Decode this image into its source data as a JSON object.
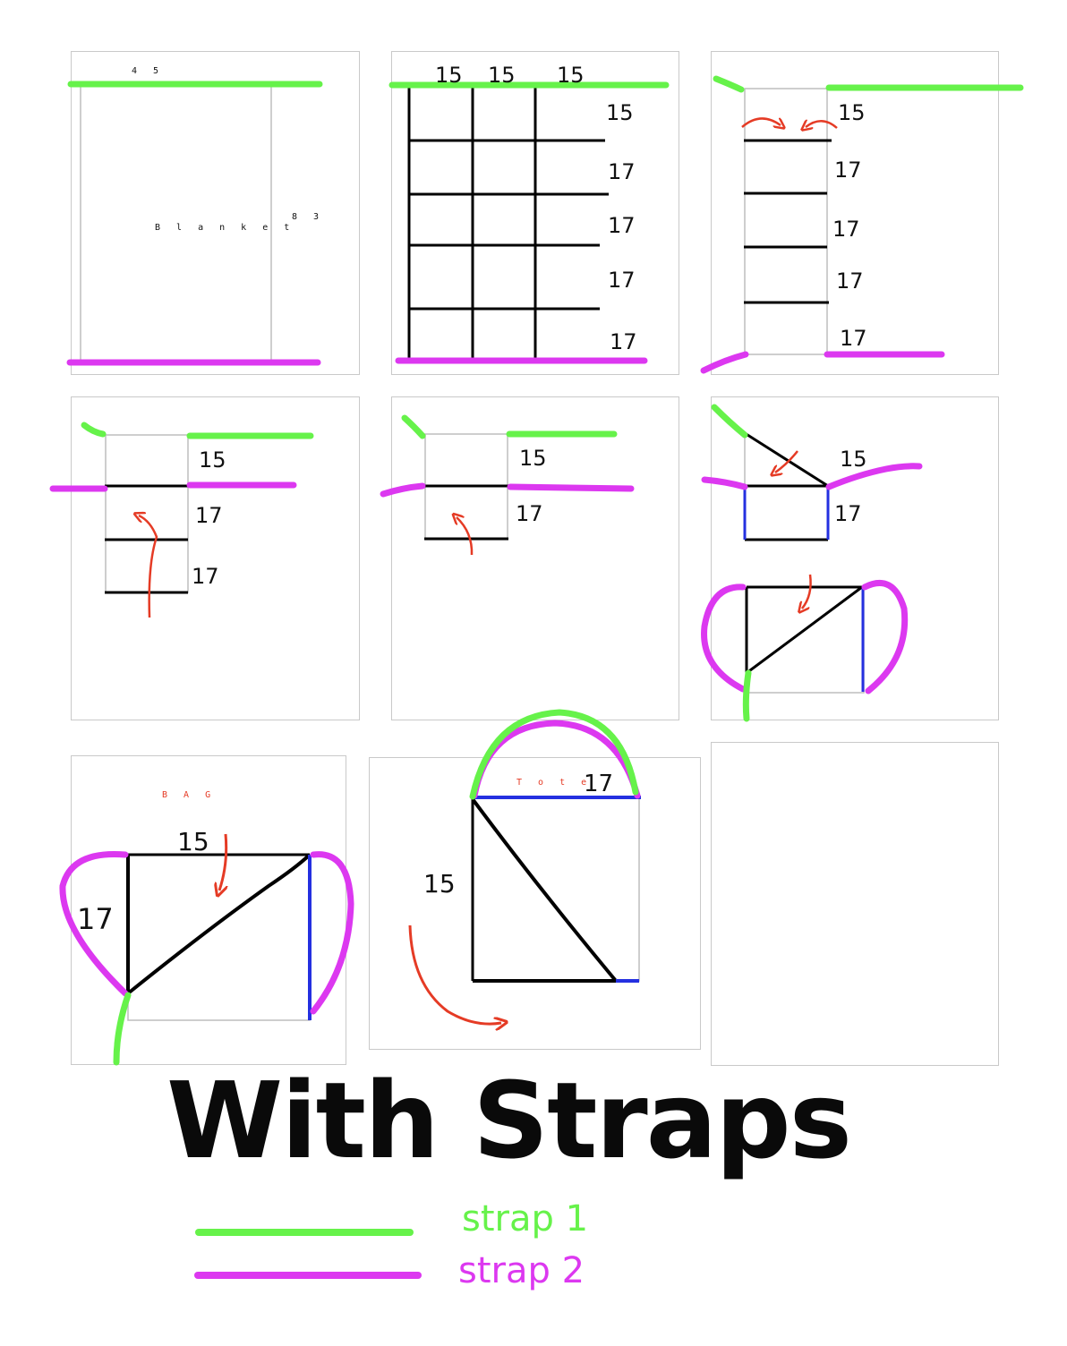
{
  "colors": {
    "strap1": "#66f24a",
    "strap2": "#dc38f0",
    "arrow": "#e53b25",
    "edge_blue": "#2430e0",
    "fold_line": "#000000"
  },
  "panel1": {
    "width_label": "4 5",
    "height_label": "8 3",
    "center_label": "B l a n k e t"
  },
  "panel2": {
    "top_labels": [
      "15",
      "15",
      "15"
    ],
    "row_labels": [
      "15",
      "17",
      "17",
      "17",
      "17"
    ]
  },
  "panel3": {
    "row_labels": [
      "15",
      "17",
      "17",
      "17",
      "17"
    ]
  },
  "panel4": {
    "row_labels": [
      "15",
      "17",
      "17"
    ]
  },
  "panel5": {
    "row_labels": [
      "15",
      "17"
    ]
  },
  "panel6": {
    "row_labels": [
      "15",
      "17"
    ]
  },
  "panel7": {
    "heading": "B A G",
    "width_label": "15",
    "height_label": "17"
  },
  "panel8": {
    "heading": "T o t e",
    "width_label": "17",
    "height_label": "15"
  },
  "title": "With Straps",
  "legend": [
    {
      "label": "strap 1",
      "color": "#66f24a"
    },
    {
      "label": "strap 2",
      "color": "#dc38f0"
    }
  ]
}
